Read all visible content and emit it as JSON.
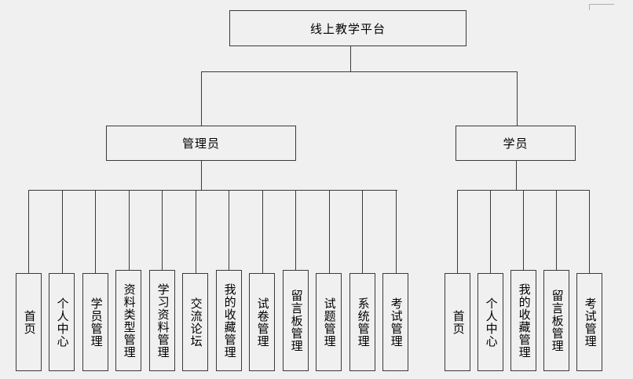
{
  "diagram": {
    "type": "tree",
    "title": "线上教学平台",
    "orientation": "top-down",
    "levels": 3,
    "colors": {
      "background": "#f0f0f0",
      "border": "#3a3a3a",
      "text": "#000000",
      "artifact": "#b0b0b0"
    }
  },
  "root": {
    "label": "线上教学平台"
  },
  "branches": [
    {
      "id": "admin",
      "label": "管理员",
      "leaves": [
        {
          "label": "首页"
        },
        {
          "label": "个人中心"
        },
        {
          "label": "学员管理"
        },
        {
          "label": "资料类型管理"
        },
        {
          "label": "学习资料管理"
        },
        {
          "label": "交流论坛"
        },
        {
          "label": "我的收藏管理"
        },
        {
          "label": "试卷管理"
        },
        {
          "label": "留言板管理"
        },
        {
          "label": "试题管理"
        },
        {
          "label": "系统管理"
        },
        {
          "label": "考试管理"
        }
      ]
    },
    {
      "id": "student",
      "label": "学员",
      "leaves": [
        {
          "label": "首页"
        },
        {
          "label": "个人中心"
        },
        {
          "label": "我的收藏管理"
        },
        {
          "label": "留言板管理"
        },
        {
          "label": "考试管理"
        }
      ]
    }
  ]
}
